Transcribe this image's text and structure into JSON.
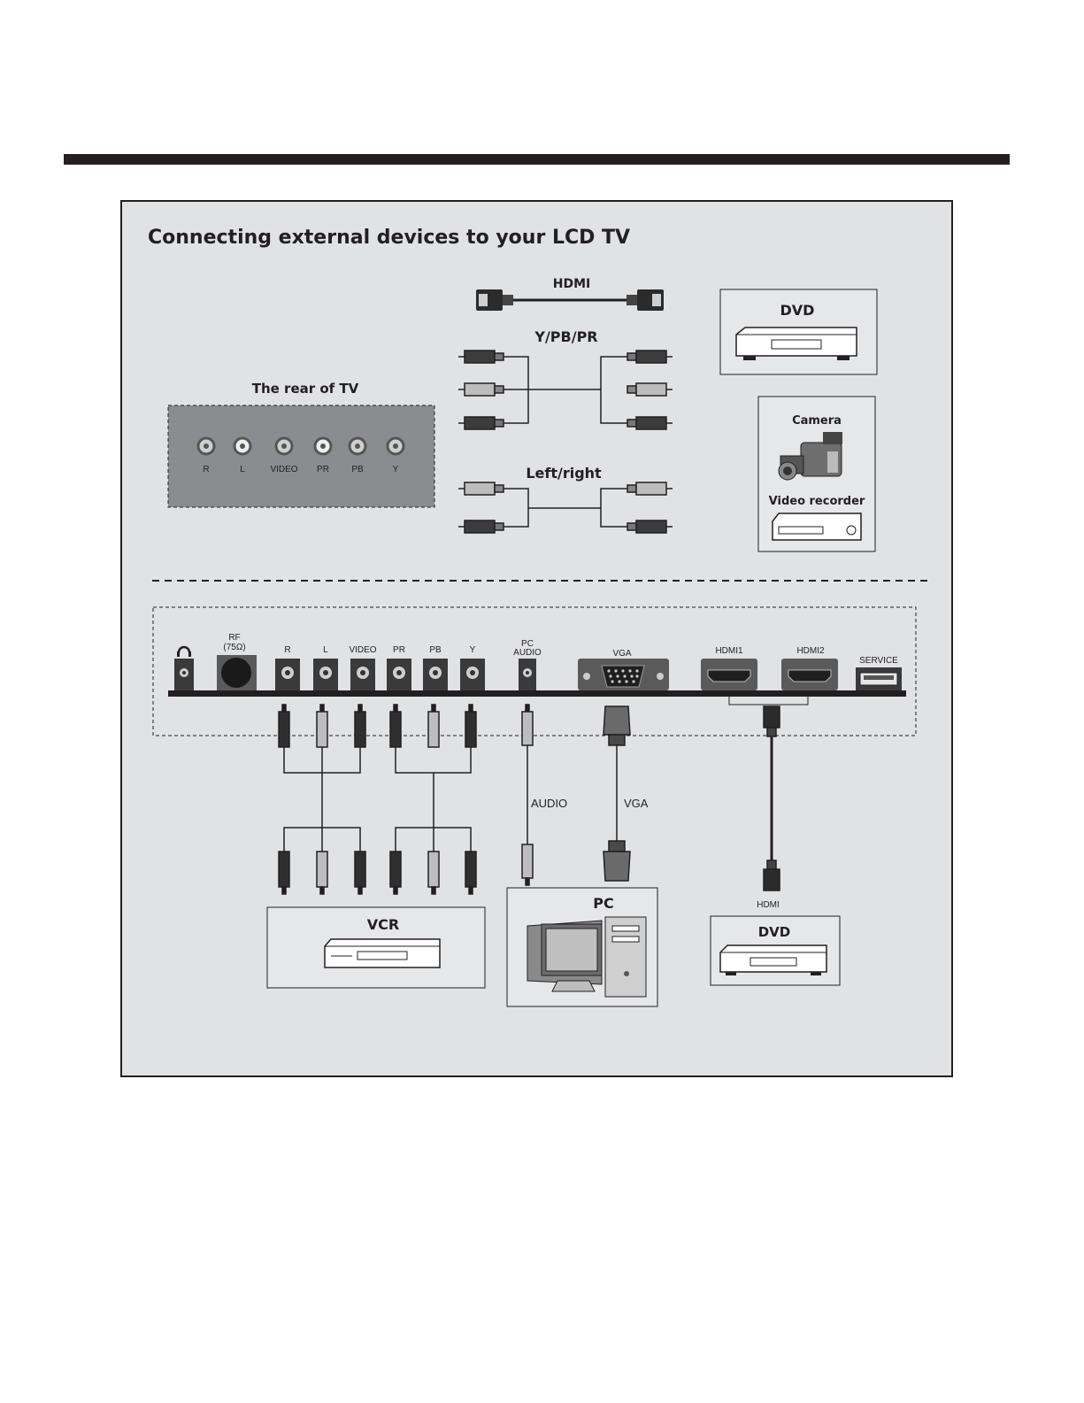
{
  "title": "Connecting external devices to your LCD TV",
  "cables": {
    "hdmi": "HDMI",
    "ypbpr": "Y/PB/PR",
    "left_right": "Left/right"
  },
  "rear_of_tv": {
    "title": "The rear of TV",
    "jacks": [
      "R",
      "L",
      "VIDEO",
      "PR",
      "PB",
      "Y"
    ]
  },
  "devices_top": {
    "dvd": "DVD",
    "camera": "Camera",
    "video_recorder": "Video recorder"
  },
  "panel": {
    "rf_label": "RF",
    "rf_impedance": "(75Ω)",
    "jacks": [
      "R",
      "L",
      "VIDEO",
      "PR",
      "PB",
      "Y"
    ],
    "pc_audio_line1": "PC",
    "pc_audio_line2": "AUDIO",
    "vga": "VGA",
    "hdmi1": "HDMI1",
    "hdmi2": "HDMI2",
    "service": "SERVICE"
  },
  "cable_labels": {
    "audio": "AUDIO",
    "vga": "VGA",
    "hdmi": "HDMI"
  },
  "devices_bottom": {
    "vcr": "VCR",
    "pc": "PC",
    "dvd": "DVD"
  },
  "colors": {
    "frame_bg": "#e1e2e4",
    "rear_panel_bg": "#8a8c8f",
    "ink": "#231f20"
  }
}
